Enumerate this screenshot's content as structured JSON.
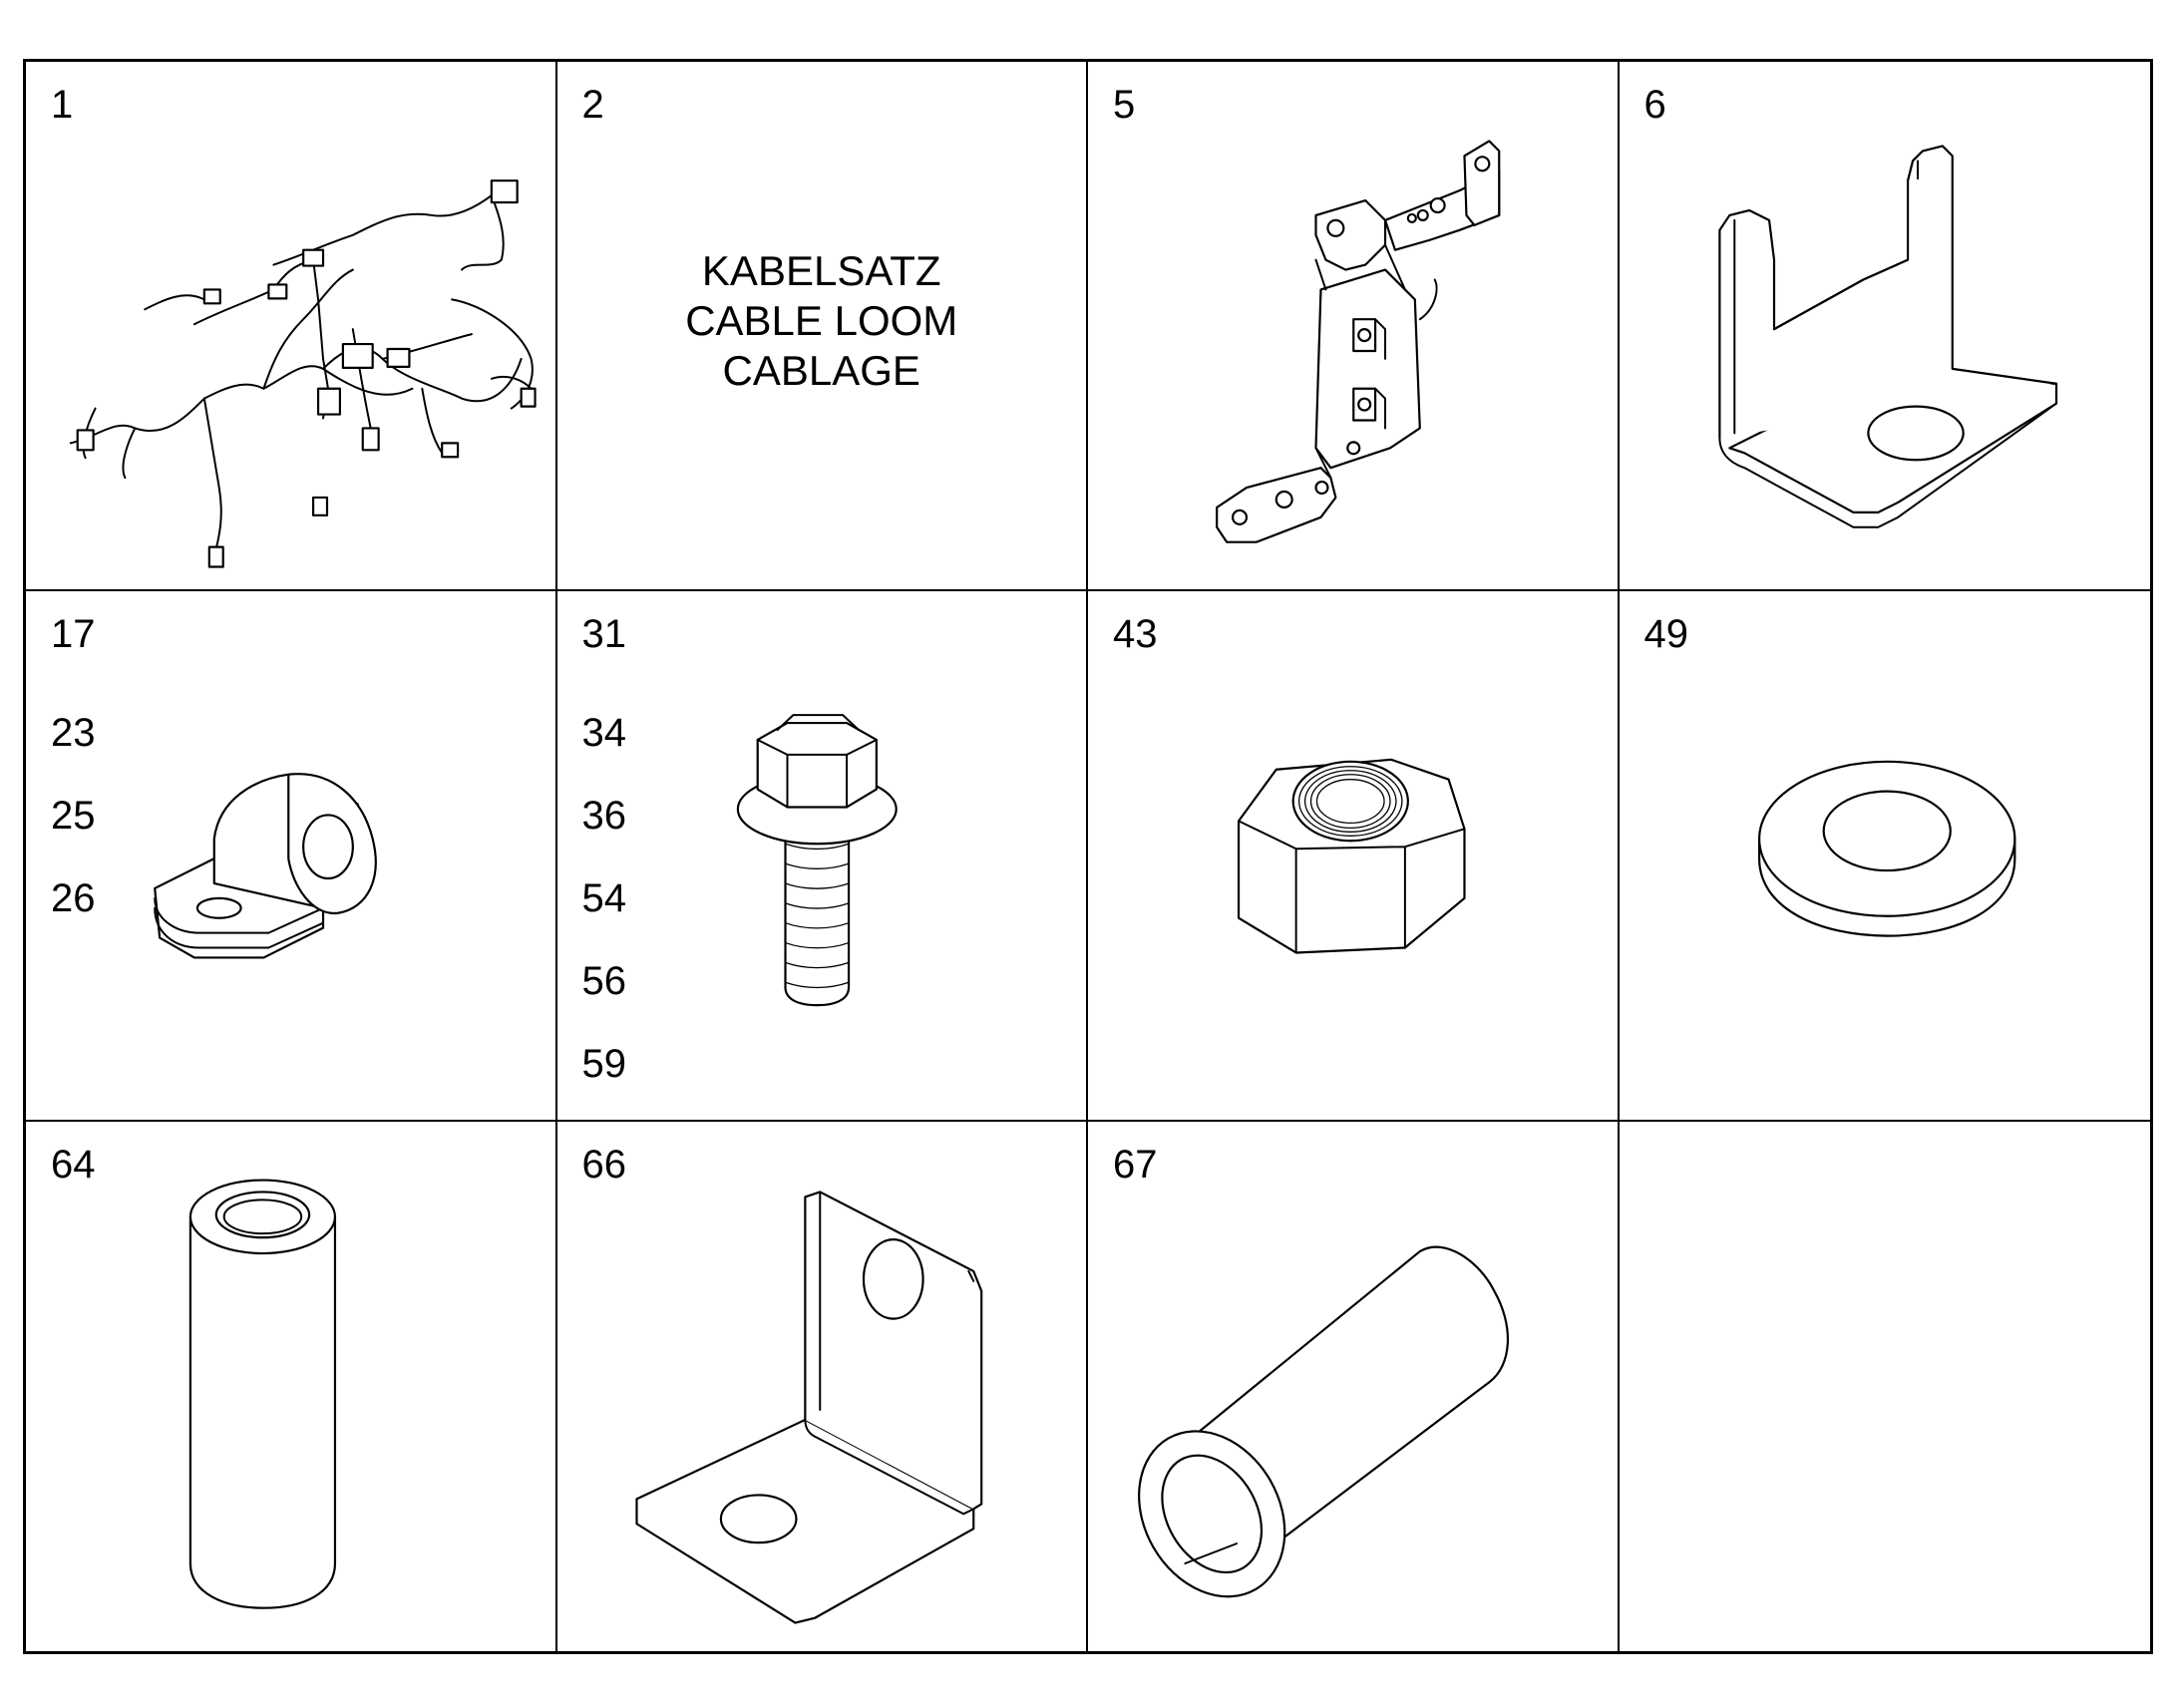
{
  "cells": [
    {
      "numbers": [
        "1"
      ],
      "icon": "cable-harness-icon"
    },
    {
      "numbers": [
        "2"
      ],
      "caption": [
        "KABELSATZ",
        "CABLE LOOM",
        "CABLAGE"
      ]
    },
    {
      "numbers": [
        "5"
      ],
      "icon": "mounting-bracket-icon"
    },
    {
      "numbers": [
        "6"
      ],
      "icon": "l-bracket-slot-icon"
    },
    {
      "numbers": [
        "17",
        "23",
        "25",
        "26"
      ],
      "icon": "cable-clamp-icon"
    },
    {
      "numbers": [
        "31",
        "34",
        "36",
        "54",
        "56",
        "59"
      ],
      "icon": "hex-flange-bolt-icon"
    },
    {
      "numbers": [
        "43"
      ],
      "icon": "hex-nut-icon"
    },
    {
      "numbers": [
        "49"
      ],
      "icon": "flat-washer-icon"
    },
    {
      "numbers": [
        "64"
      ],
      "icon": "spacer-sleeve-icon"
    },
    {
      "numbers": [
        "66"
      ],
      "icon": "angle-bracket-icon"
    },
    {
      "numbers": [
        "67"
      ],
      "icon": "tube-spacer-icon"
    },
    {
      "numbers": []
    }
  ]
}
